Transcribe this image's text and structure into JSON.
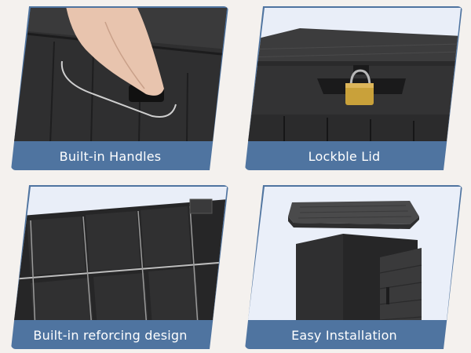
{
  "page": {
    "background": "#f4f1ee",
    "caption_band_color": "#4f74a0",
    "caption_text_color": "#ffffff"
  },
  "features": [
    {
      "caption": "Built-in Handles",
      "icon": "hand-grip-handle-icon"
    },
    {
      "caption": "Lockble Lid",
      "icon": "padlock-icon"
    },
    {
      "caption": "Built-in reforcing design",
      "icon": "reinforcing-grid-icon"
    },
    {
      "caption": "Easy Installation",
      "icon": "assembly-box-icon"
    }
  ]
}
